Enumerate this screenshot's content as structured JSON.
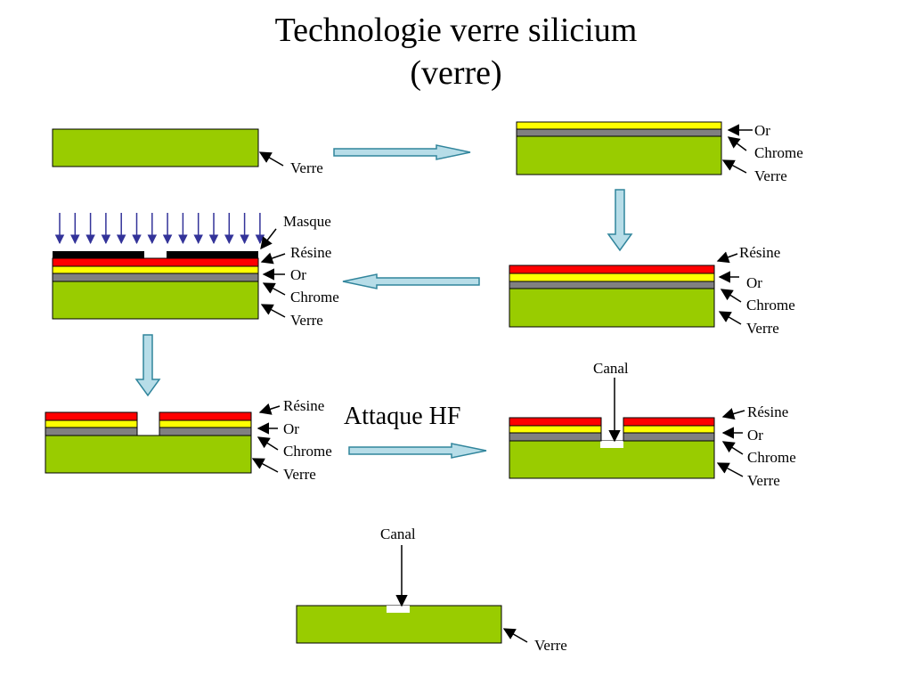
{
  "title": "Technologie verre silicium",
  "subtitle": "(verre)",
  "labels": {
    "or": "Or",
    "chrome": "Chrome",
    "verre": "Verre",
    "resine": "Résine",
    "masque": "Masque",
    "canal": "Canal"
  },
  "step_label": "Attaque HF",
  "colors": {
    "verre": "#99cc00",
    "chrome": "#808080",
    "or": "#ffff00",
    "resine": "#ff0000",
    "masque": "#000000",
    "uv_arrows": "#333399",
    "process_arrow_fill": "#b7dde8",
    "process_arrow_stroke": "#31859c"
  }
}
